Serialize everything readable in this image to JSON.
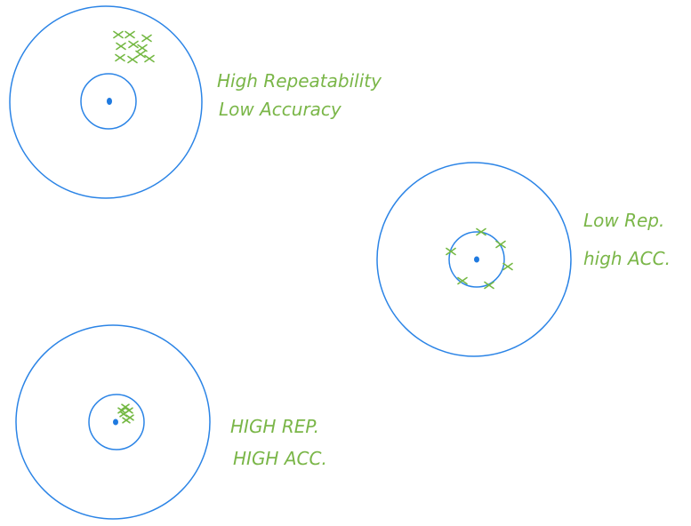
{
  "colors": {
    "ring": "#2b84e6",
    "center": "#1f7ae0",
    "mark": "#74b843"
  },
  "targets": [
    {
      "id": "target-1",
      "caption": [
        "High Repeatability",
        "Low Accuracy"
      ]
    },
    {
      "id": "target-2",
      "caption": [
        "Low Rep.",
        "high ACC."
      ]
    },
    {
      "id": "target-3",
      "caption": [
        "HIGH REP.",
        "HIGH ACC."
      ]
    }
  ]
}
